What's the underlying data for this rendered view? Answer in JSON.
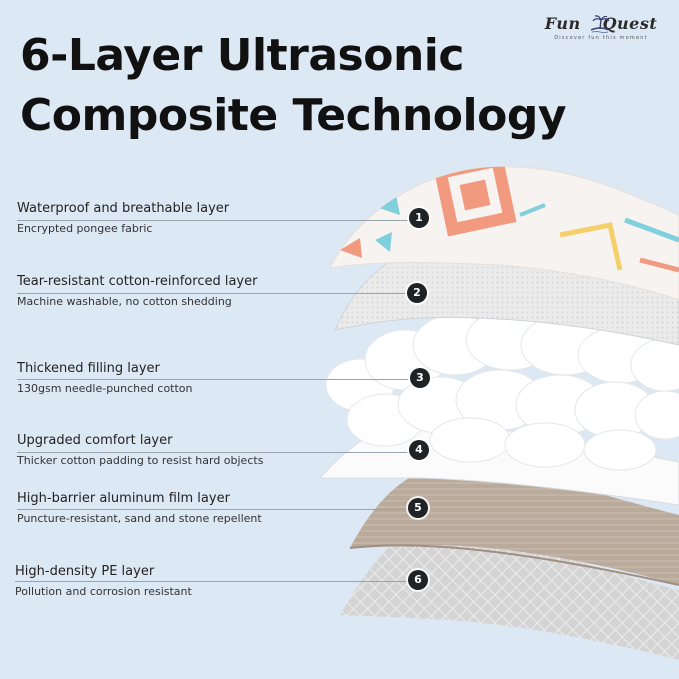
{
  "title": {
    "line1": "6-Layer Ultrasonic",
    "line2": "Composite Technology"
  },
  "brand": {
    "name_left": "Fun",
    "name_right": "Quest",
    "tagline": "Discover fun this moment",
    "icon": "palm-island-logo-icon"
  },
  "layers": [
    {
      "number": "1",
      "name": "Waterproof and breathable layer",
      "desc": "Encrypted pongee fabric"
    },
    {
      "number": "2",
      "name": "Tear-resistant cotton-reinforced layer",
      "desc": "Machine washable, no cotton shedding"
    },
    {
      "number": "3",
      "name": "Thickened filling layer",
      "desc": "130gsm needle-punched cotton"
    },
    {
      "number": "4",
      "name": "Upgraded comfort layer",
      "desc": "Thicker cotton padding to resist hard objects"
    },
    {
      "number": "5",
      "name": "High-barrier aluminum film layer",
      "desc": "Puncture-resistant, sand and stone repellent"
    },
    {
      "number": "6",
      "name": "High-density PE layer",
      "desc": "Pollution and corrosion resistant"
    }
  ],
  "colors": {
    "background": "#dde8f5",
    "badge": "#1f2326",
    "pattern_coral": "#f19a7f",
    "pattern_teal": "#7fcfdc",
    "pattern_yellow": "#f5d06a",
    "film_brown": "#b5a596",
    "pe_grey": "#c9c9c9"
  }
}
